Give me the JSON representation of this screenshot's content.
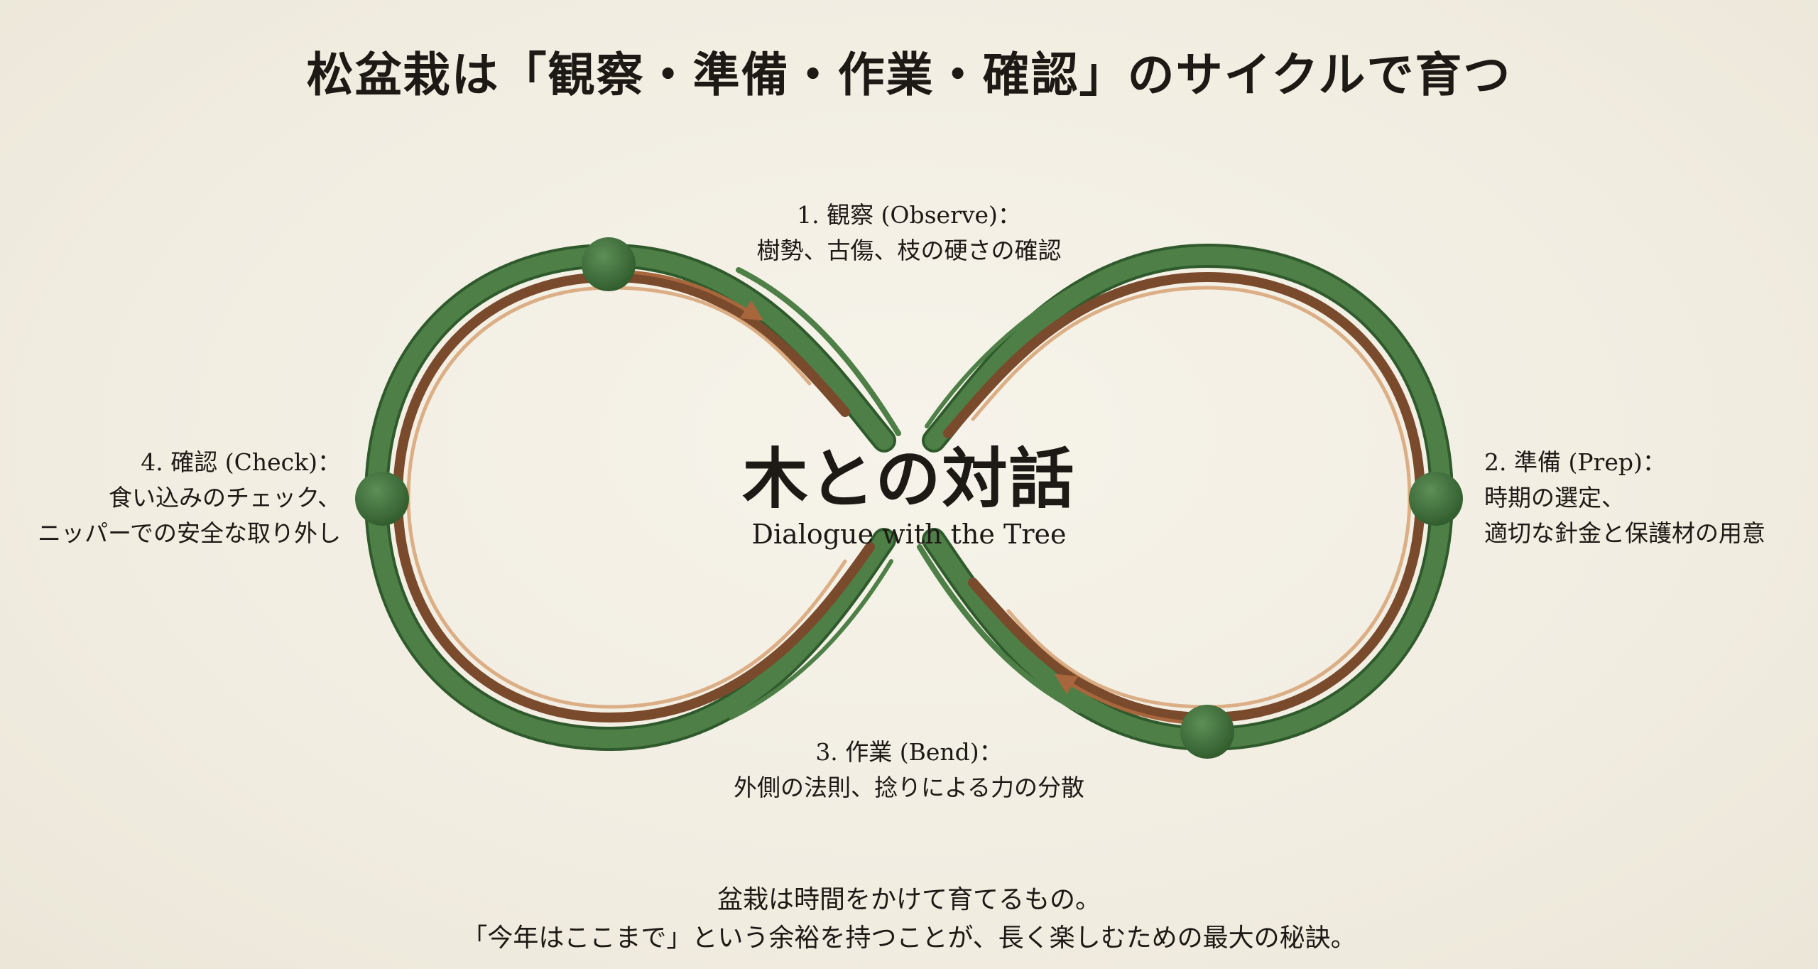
{
  "title": "松盆栽は「観察・準備・作業・確認」のサイクルで育つ",
  "center": {
    "title": "木との対話",
    "subtitle": "Dialogue with the Tree"
  },
  "steps": {
    "observe": {
      "heading": "1. 観察 (Observe)：",
      "lines": [
        "樹勢、古傷、枝の硬さの確認"
      ]
    },
    "prep": {
      "heading": "2. 準備 (Prep)：",
      "lines": [
        "時期の選定、",
        "適切な針金と保護材の用意"
      ]
    },
    "bend": {
      "heading": "3. 作業 (Bend)：",
      "lines": [
        "外側の法則、捻りによる力の分散"
      ]
    },
    "check": {
      "heading": "4. 確認 (Check)：",
      "lines": [
        "食い込みのチェック、",
        "ニッパーでの安全な取り外し"
      ]
    }
  },
  "footer": {
    "line1": "盆栽は時間をかけて育てるもの。",
    "line2": "「今年はここまで」という余裕を持つことが、長く楽しむための最大の秘訣。"
  },
  "colors": {
    "loop_green": "#4e7f47",
    "loop_dark_green": "#2f5a2c",
    "inner_brown": "#7a4a2c",
    "highlight": "#d8a67a",
    "node": "#3f6e3b",
    "background": "#f3efe3"
  }
}
